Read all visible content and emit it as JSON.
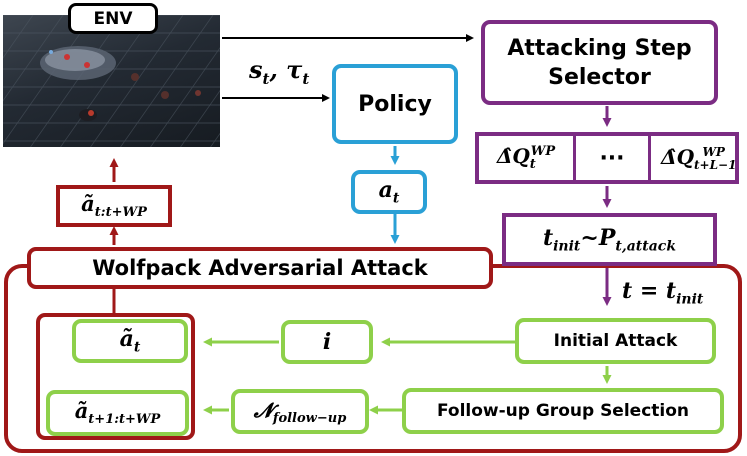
{
  "env": {
    "label": "ENV"
  },
  "edges": {
    "state_label": "s_t, τ_t",
    "init_label": "t = t_init"
  },
  "policy": {
    "label": "Policy",
    "action": "a_t"
  },
  "selector": {
    "title": "Attacking Step Selector",
    "cell_first": "Δ̂Q_t^WP",
    "cell_mid": "···",
    "cell_last": "Δ̂Q_{t+L-1}^WP"
  },
  "sampler": {
    "label": "t_init ~ P_{t,attack}"
  },
  "wolfpack": {
    "title": "Wolfpack Adversarial Attack",
    "output": "ã_{t:t+WP}",
    "at": "ã_t",
    "arest": "ã_{t+1:t+WP}",
    "i": "i",
    "nfollow": "N_follow-up",
    "initial": "Initial Attack",
    "followup": "Follow-up Group Selection"
  },
  "colors": {
    "purple": "#7b2c83",
    "blue": "#2aa0d6",
    "red": "#a01818",
    "green": "#8ed04a"
  }
}
